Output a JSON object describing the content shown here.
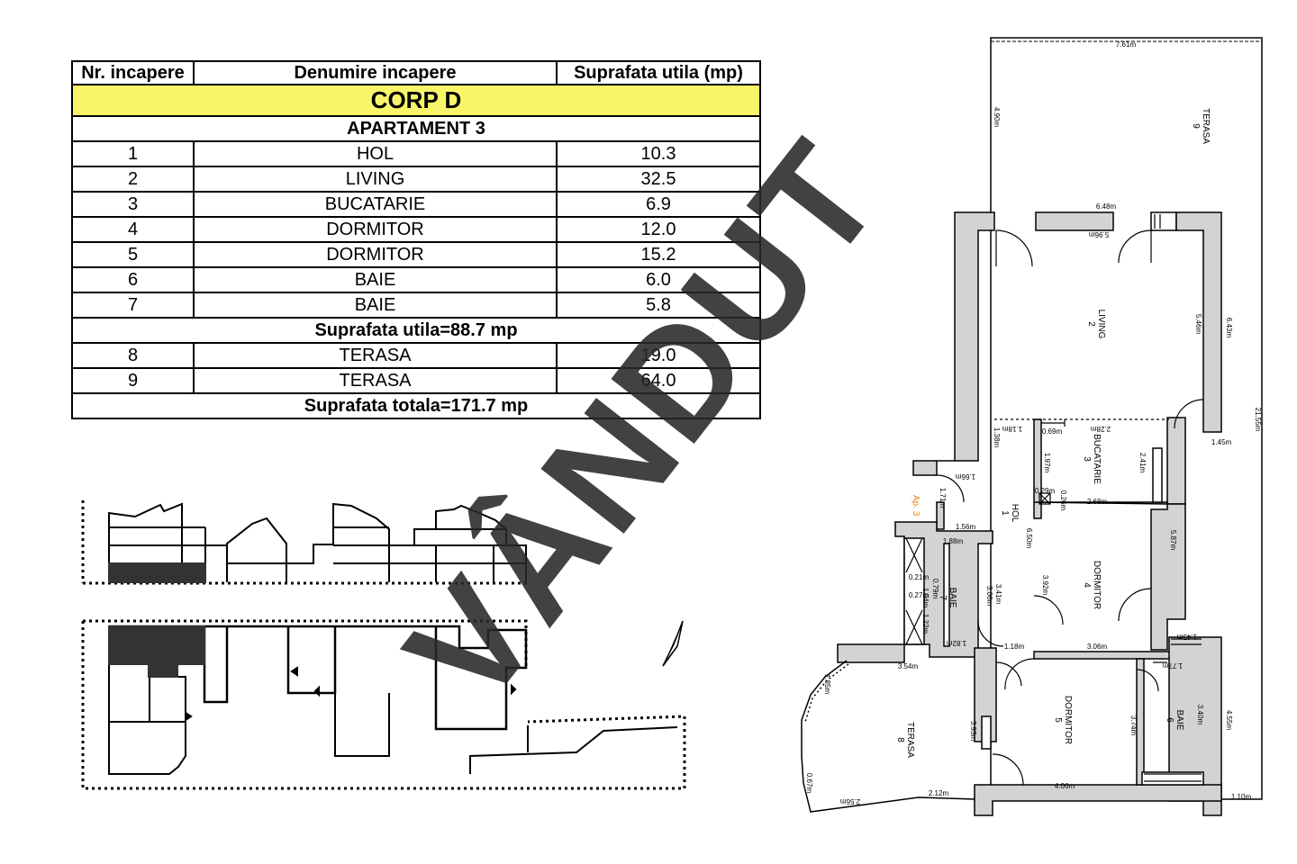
{
  "table": {
    "headers": [
      "Nr. incapere",
      "Denumire incapere",
      "Suprafata utila (mp)"
    ],
    "corp": "CORP D",
    "apartment": "APARTAMENT 3",
    "rooms": [
      {
        "nr": "1",
        "name": "HOL",
        "area": "10.3"
      },
      {
        "nr": "2",
        "name": "LIVING",
        "area": "32.5"
      },
      {
        "nr": "3",
        "name": "BUCATARIE",
        "area": "6.9"
      },
      {
        "nr": "4",
        "name": "DORMITOR",
        "area": "12.0"
      },
      {
        "nr": "5",
        "name": "DORMITOR",
        "area": "15.2"
      },
      {
        "nr": "6",
        "name": "BAIE",
        "area": "6.0"
      },
      {
        "nr": "7",
        "name": "BAIE",
        "area": "5.8"
      }
    ],
    "useful_total": "Suprafata utila=88.7 mp",
    "terraces": [
      {
        "nr": "8",
        "name": "TERASA",
        "area": "19.0"
      },
      {
        "nr": "9",
        "name": "TERASA",
        "area": "64.0"
      }
    ],
    "grand_total": "Suprafata totala=171.7 mp"
  },
  "watermark": "VÂNDUT",
  "plan": {
    "apartment_tag": "Ap. 3",
    "rooms": [
      {
        "name": "TERASA",
        "nr": "9"
      },
      {
        "name": "LIVING",
        "nr": "2"
      },
      {
        "name": "BUCATARIE",
        "nr": "3"
      },
      {
        "name": "HOL",
        "nr": "1"
      },
      {
        "name": "DORMITOR",
        "nr": "4"
      },
      {
        "name": "BAIE",
        "nr": "7"
      },
      {
        "name": "DORMITOR",
        "nr": "5"
      },
      {
        "name": "BAIE",
        "nr": "6"
      },
      {
        "name": "TERASA",
        "nr": "8"
      }
    ],
    "dimensions": [
      "7.61m",
      "4.90m",
      "6.48m",
      "5.96m",
      "5.46m",
      "6.43m",
      "21.55m",
      "1.45m",
      "1.38m",
      "1.18m",
      "0.69m",
      "2.28m",
      "1.97m",
      "2.41m",
      "0.29m",
      "0.26m",
      "2.68m",
      "1.66m",
      "1.71m",
      "1.56m",
      "6.50m",
      "5.87m",
      "1.88m",
      "1.04m",
      "0.21m",
      "0.79m",
      "0.27m",
      "1.22m",
      "3.41m",
      "3.06m",
      "3.92m",
      "1.82m",
      "1.18m",
      "3.06m",
      "1.45m",
      "1.77m",
      "3.54m",
      "3.40m",
      "3.74m",
      "4.55m",
      "3.93m",
      "1.85m",
      "4.06m",
      "1.10m",
      "2.12m",
      "2.56m",
      "0.67m"
    ]
  },
  "colors": {
    "highlight": "#f8f56a",
    "wall": "#d3d3d3",
    "accent_tag": "#e8870c",
    "dark_block": "#333333"
  }
}
